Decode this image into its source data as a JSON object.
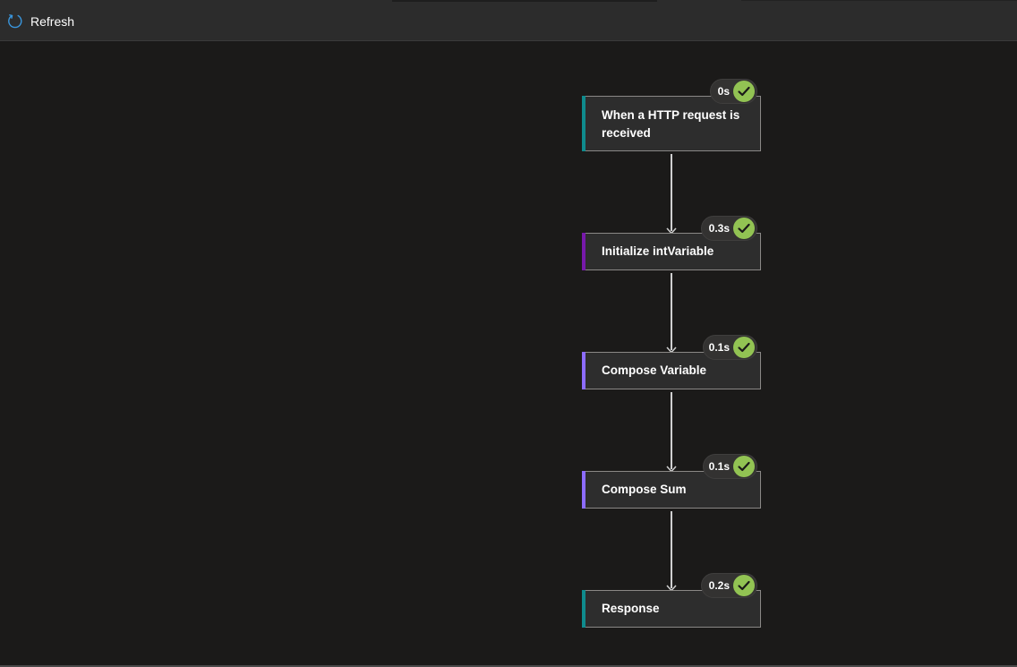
{
  "toolbar": {
    "refresh_label": "Refresh",
    "refresh_icon": "refresh-icon"
  },
  "colors": {
    "canvas_bg": "#1b1a19",
    "toolbar_bg": "#2c2c2c",
    "success": "#92c353",
    "accent_http": "#0f8b8d",
    "accent_variable_init": "#7719aa",
    "accent_compose": "#8c6cff",
    "accent_response": "#0f8b8d"
  },
  "workflow": {
    "steps": [
      {
        "title": "When a HTTP request is received",
        "duration": "0s",
        "status": "Succeeded",
        "status_icon": "checkmark-icon"
      },
      {
        "title": "Initialize intVariable",
        "duration": "0.3s",
        "status": "Succeeded",
        "status_icon": "checkmark-icon"
      },
      {
        "title": "Compose Variable",
        "duration": "0.1s",
        "status": "Succeeded",
        "status_icon": "checkmark-icon"
      },
      {
        "title": "Compose Sum",
        "duration": "0.1s",
        "status": "Succeeded",
        "status_icon": "checkmark-icon"
      },
      {
        "title": "Response",
        "duration": "0.2s",
        "status": "Succeeded",
        "status_icon": "checkmark-icon"
      }
    ]
  }
}
